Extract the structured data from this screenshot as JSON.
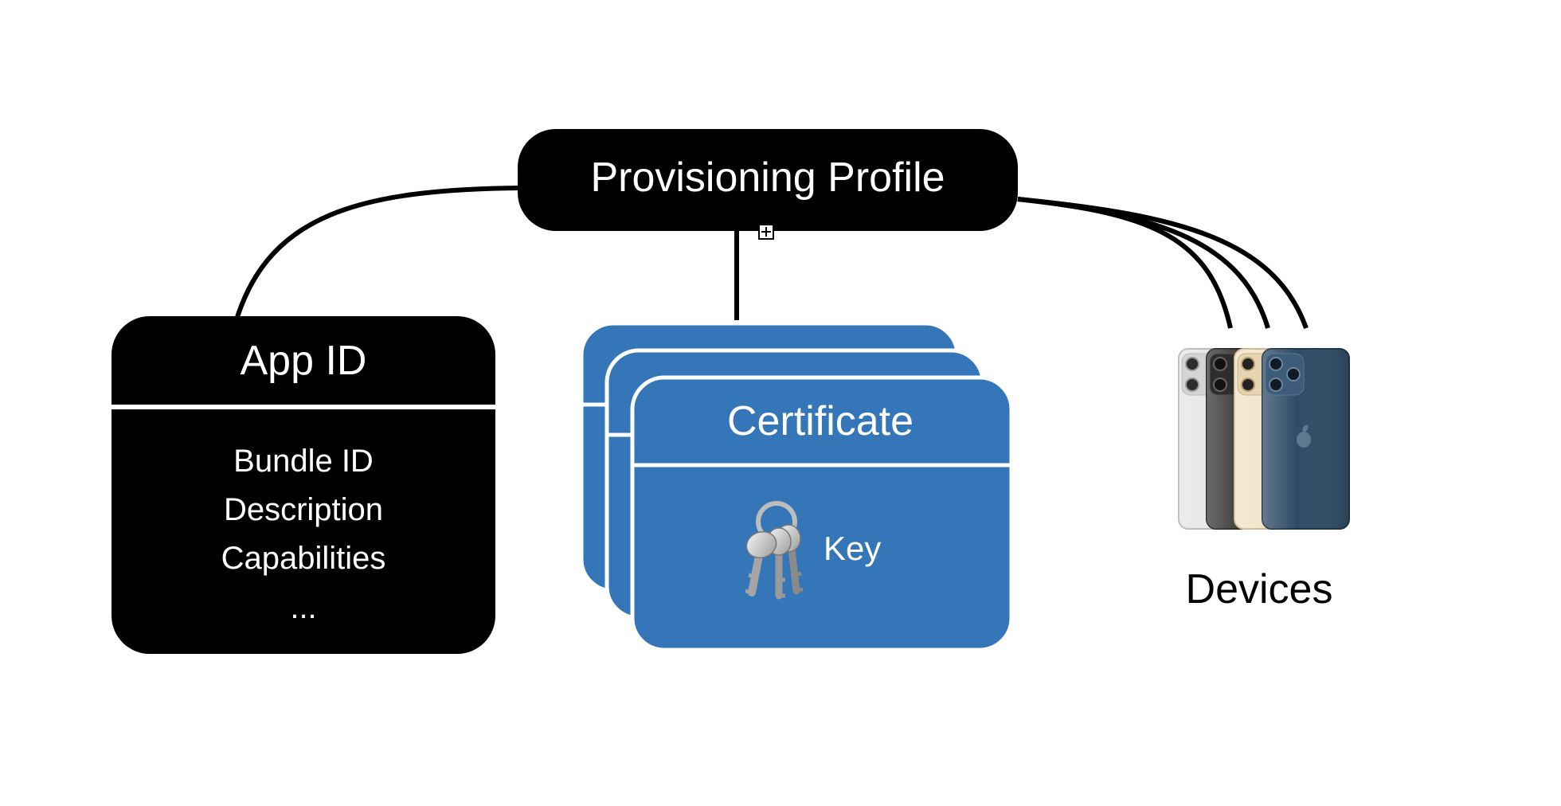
{
  "colors": {
    "background": "#ffffff",
    "node_dark": "#000000",
    "node_blue": "#3476b8",
    "line": "#000000",
    "text_light": "#ffffff",
    "text_dark": "#000000"
  },
  "profile": {
    "title": "Provisioning Profile"
  },
  "app_id": {
    "title": "App ID",
    "fields": [
      "Bundle ID",
      "Description",
      "Capabilities",
      "..."
    ]
  },
  "certificate": {
    "title": "Certificate",
    "key_label": "Key",
    "key_icon": "keys-icon"
  },
  "devices": {
    "label": "Devices",
    "icon": "iphone-icon",
    "phone_colors": [
      "#e6e7e4",
      "#3b3b39",
      "#f1e3c9",
      "#2f4c66"
    ]
  }
}
